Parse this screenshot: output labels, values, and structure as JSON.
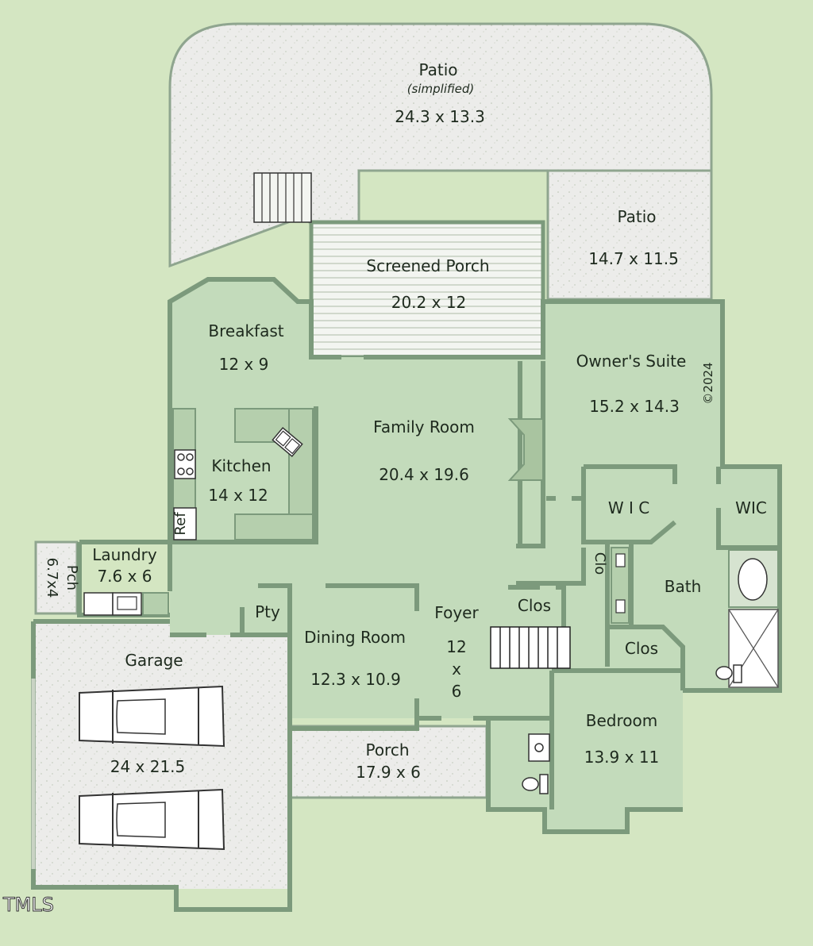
{
  "watermark": "TMLS",
  "copyright": "©2024",
  "colors": {
    "background": "#d4e6c2",
    "room_fill": "#c3dbbb",
    "wall": "#7c9a7c",
    "outdoor_fill": "#ececea"
  },
  "rooms": {
    "patio_main": {
      "name": "Patio",
      "note": "(simplified)",
      "dims": "24.3 x 13.3"
    },
    "patio_right": {
      "name": "Patio",
      "dims": "14.7 x 11.5"
    },
    "screened_porch": {
      "name": "Screened Porch",
      "dims": "20.2 x 12"
    },
    "breakfast": {
      "name": "Breakfast",
      "dims": "12 x 9"
    },
    "kitchen": {
      "name": "Kitchen",
      "dims": "14 x 12"
    },
    "family_room": {
      "name": "Family Room",
      "dims": "20.4 x 19.6"
    },
    "owners_suite": {
      "name": "Owner's Suite",
      "dims": "15.2 x 14.3"
    },
    "wic_left": {
      "name": "W I C"
    },
    "wic_right": {
      "name": "WIC"
    },
    "closet_clo": {
      "name": "Clo"
    },
    "bath": {
      "name": "Bath"
    },
    "laundry": {
      "name": "Laundry",
      "dims": "7.6 x 6"
    },
    "porch_small": {
      "name": "Pch",
      "dims": "6.7x4"
    },
    "pantry": {
      "name": "Pty"
    },
    "dining_room": {
      "name": "Dining Room",
      "dims": "12.3 x 10.9"
    },
    "foyer": {
      "name": "Foyer",
      "dim_a": "12",
      "dim_x": "x",
      "dim_b": "6"
    },
    "closet_foyer": {
      "name": "Clos"
    },
    "closet_bedroom": {
      "name": "Clos"
    },
    "garage": {
      "name": "Garage",
      "dims": "24 x 21.5"
    },
    "porch_front": {
      "name": "Porch",
      "dims": "17.9 x 6"
    },
    "bedroom": {
      "name": "Bedroom",
      "dims": "13.9 x 11"
    }
  },
  "fixtures": {
    "refrigerator": "Ref"
  }
}
